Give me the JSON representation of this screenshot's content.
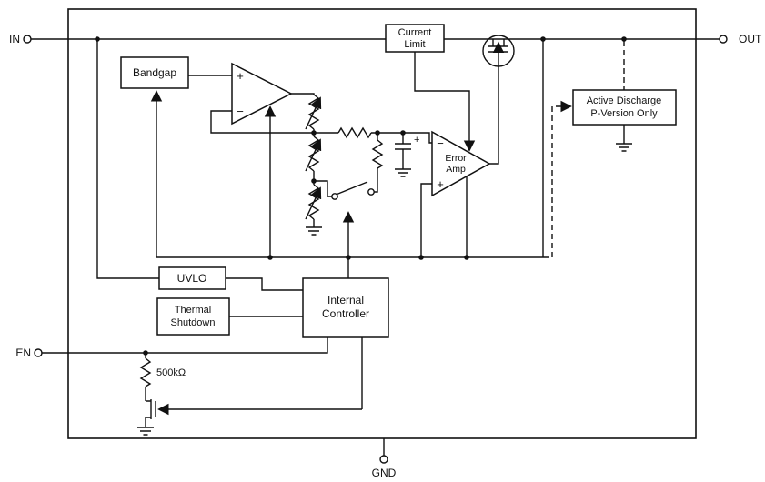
{
  "diagram": {
    "terminals": {
      "in": "IN",
      "out": "OUT",
      "en": "EN",
      "gnd": "GND"
    },
    "blocks": {
      "bandgap": "Bandgap",
      "current_limit": [
        "Current",
        "Limit"
      ],
      "uvlo": "UVLO",
      "thermal_shutdown": [
        "Thermal",
        "Shutdown"
      ],
      "internal_controller": [
        "Internal",
        "Controller"
      ],
      "error_amp": [
        "Error",
        "Amp"
      ],
      "active_discharge": [
        "Active Discharge",
        "P-Version Only"
      ]
    },
    "labels": {
      "en_pulldown_resistor": "500kΩ",
      "cap_polarity": "+",
      "buffer_plus": "+",
      "buffer_minus": "−",
      "error_minus": "−",
      "error_plus": "+"
    }
  }
}
